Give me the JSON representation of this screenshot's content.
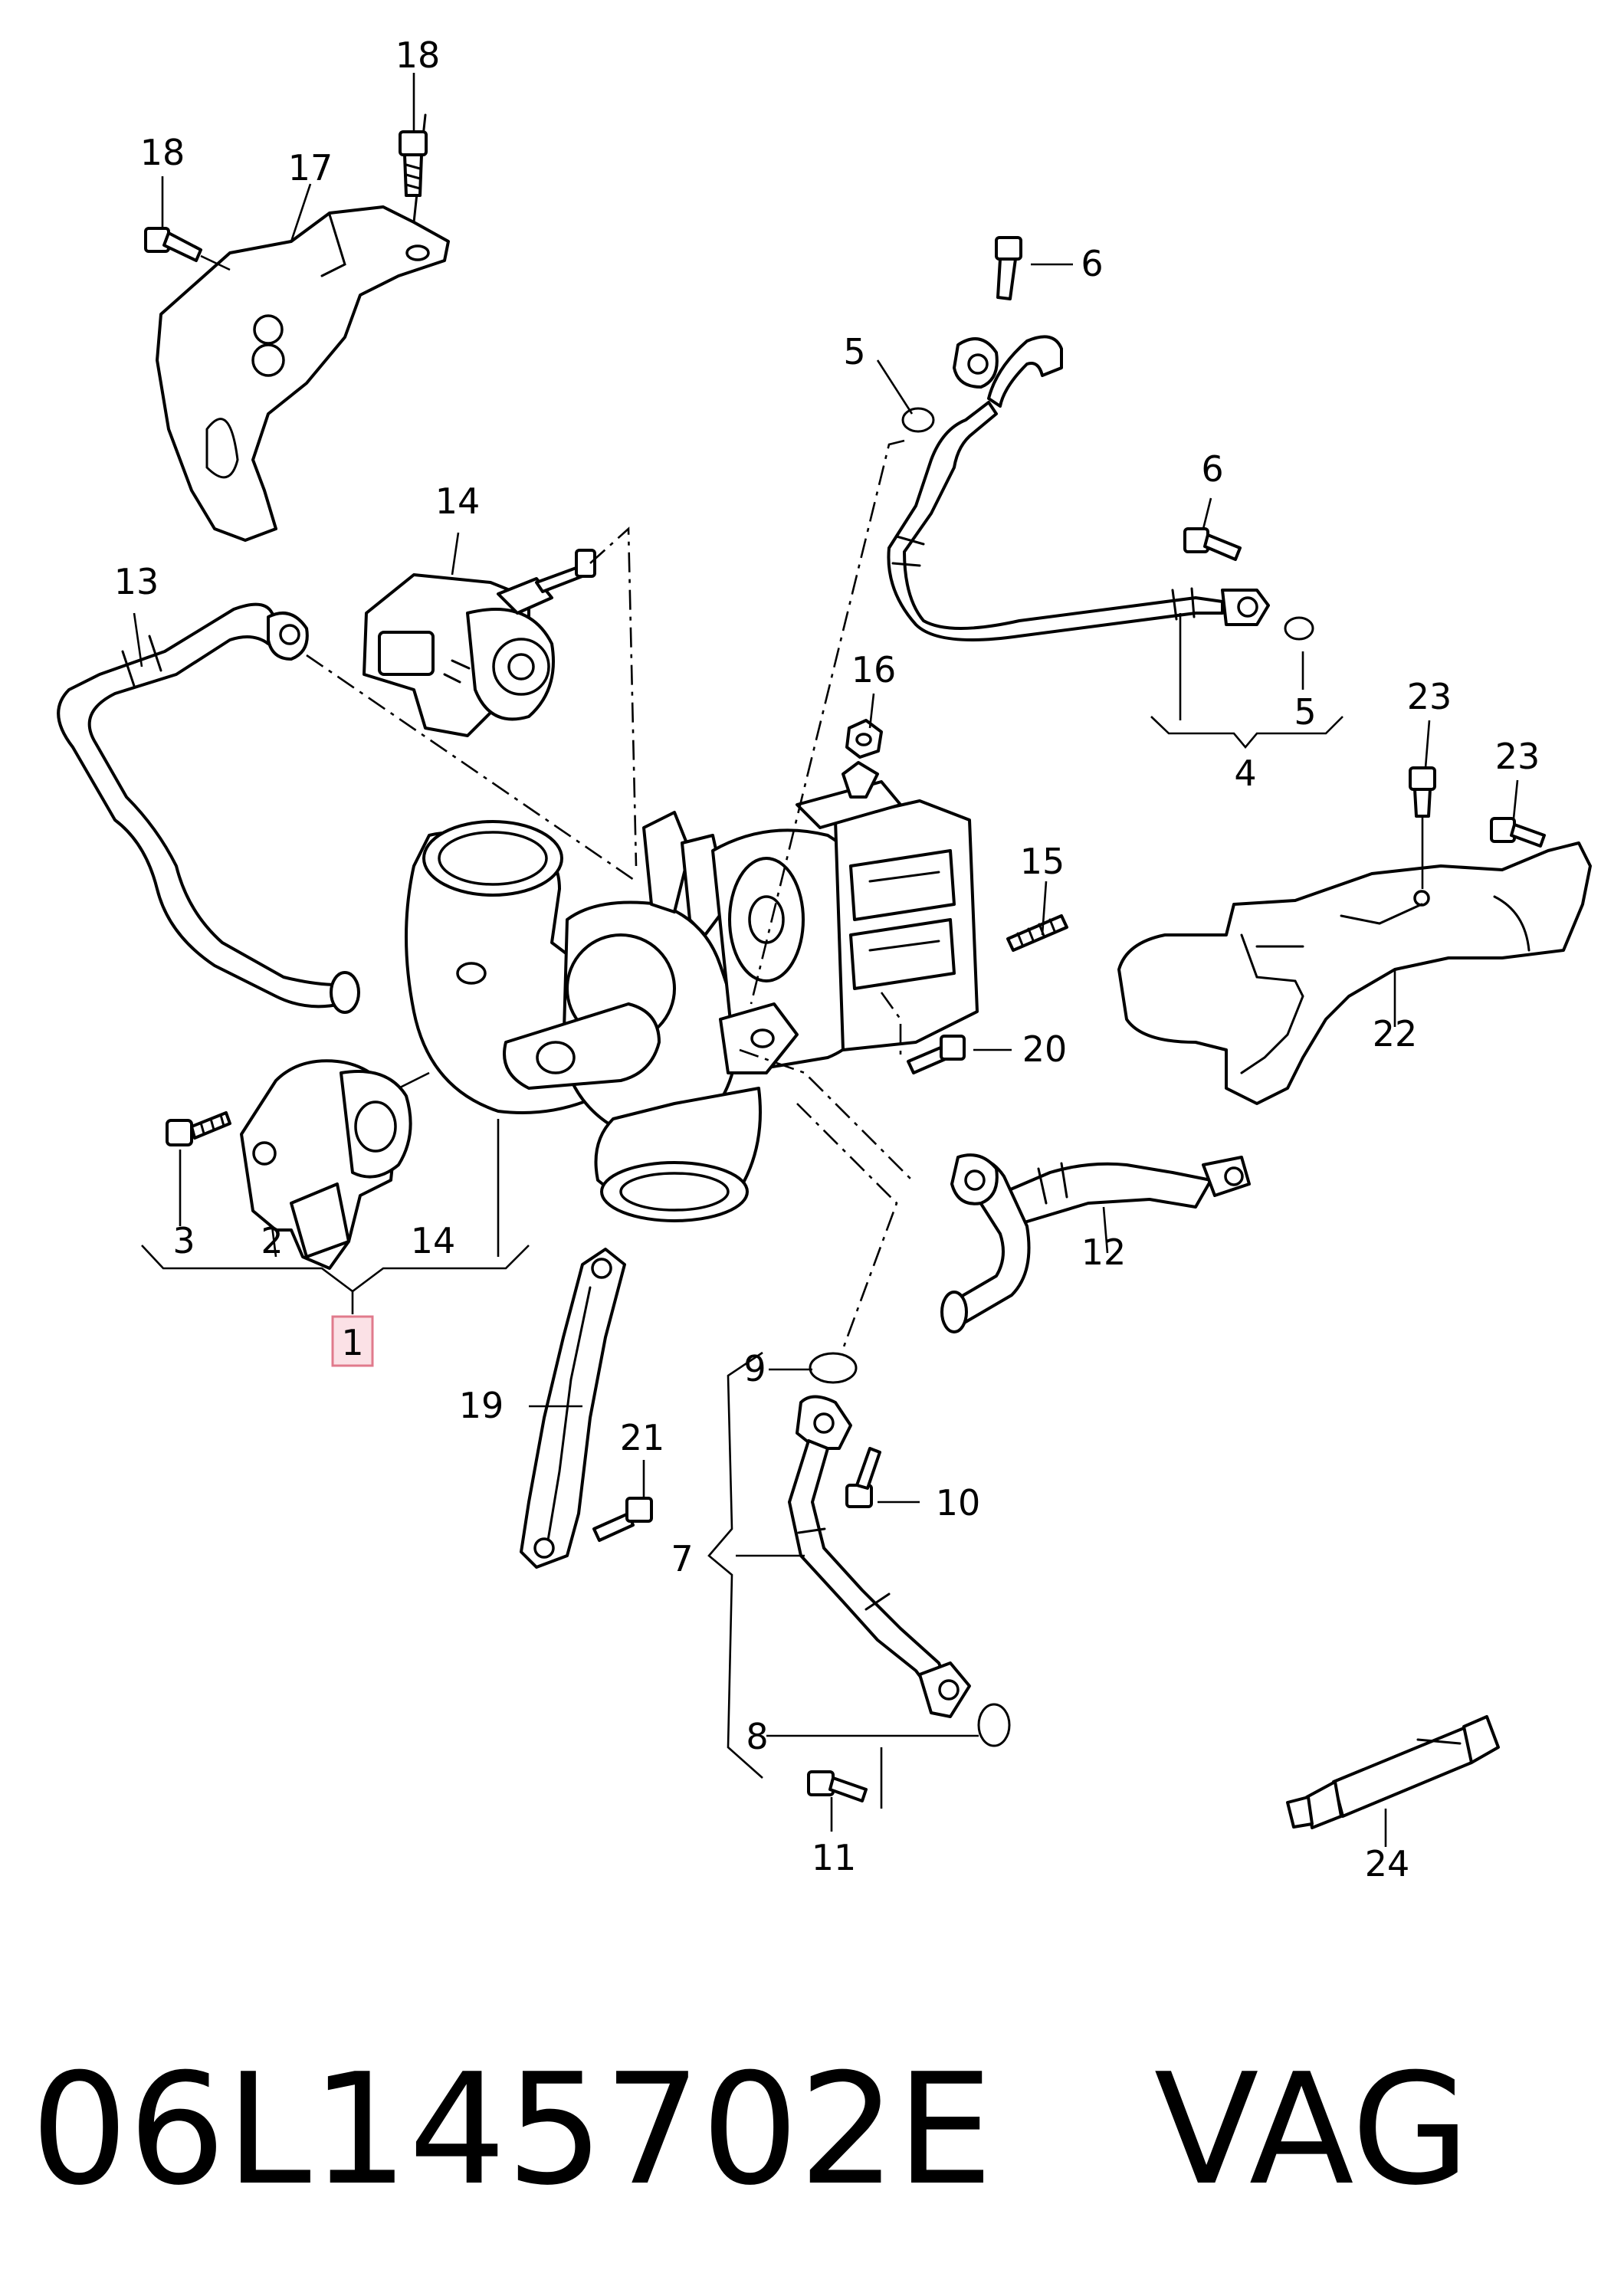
{
  "diagram": {
    "callouts": [
      {
        "id": "c1",
        "label": "1"
      },
      {
        "id": "c2",
        "label": "2"
      },
      {
        "id": "c3",
        "label": "3"
      },
      {
        "id": "c4",
        "label": "4"
      },
      {
        "id": "c5a",
        "label": "5"
      },
      {
        "id": "c5b",
        "label": "5"
      },
      {
        "id": "c6a",
        "label": "6"
      },
      {
        "id": "c6b",
        "label": "6"
      },
      {
        "id": "c7",
        "label": "7"
      },
      {
        "id": "c8",
        "label": "8"
      },
      {
        "id": "c9",
        "label": "9"
      },
      {
        "id": "c10",
        "label": "10"
      },
      {
        "id": "c11",
        "label": "11"
      },
      {
        "id": "c12",
        "label": "12"
      },
      {
        "id": "c13",
        "label": "13"
      },
      {
        "id": "c14a",
        "label": "14"
      },
      {
        "id": "c14b",
        "label": "14"
      },
      {
        "id": "c15",
        "label": "15"
      },
      {
        "id": "c16",
        "label": "16"
      },
      {
        "id": "c17",
        "label": "17"
      },
      {
        "id": "c18a",
        "label": "18"
      },
      {
        "id": "c18b",
        "label": "18"
      },
      {
        "id": "c19",
        "label": "19"
      },
      {
        "id": "c20",
        "label": "20"
      },
      {
        "id": "c21",
        "label": "21"
      },
      {
        "id": "c22",
        "label": "22"
      },
      {
        "id": "c23a",
        "label": "23"
      },
      {
        "id": "c23b",
        "label": "23"
      },
      {
        "id": "c24",
        "label": "24"
      }
    ],
    "highlighted_callout": "1",
    "highlight_color": "#fbe1e6",
    "highlight_border": "#e07a8c"
  },
  "footer": {
    "part_number": "06L145702E",
    "brand": "VAG"
  }
}
